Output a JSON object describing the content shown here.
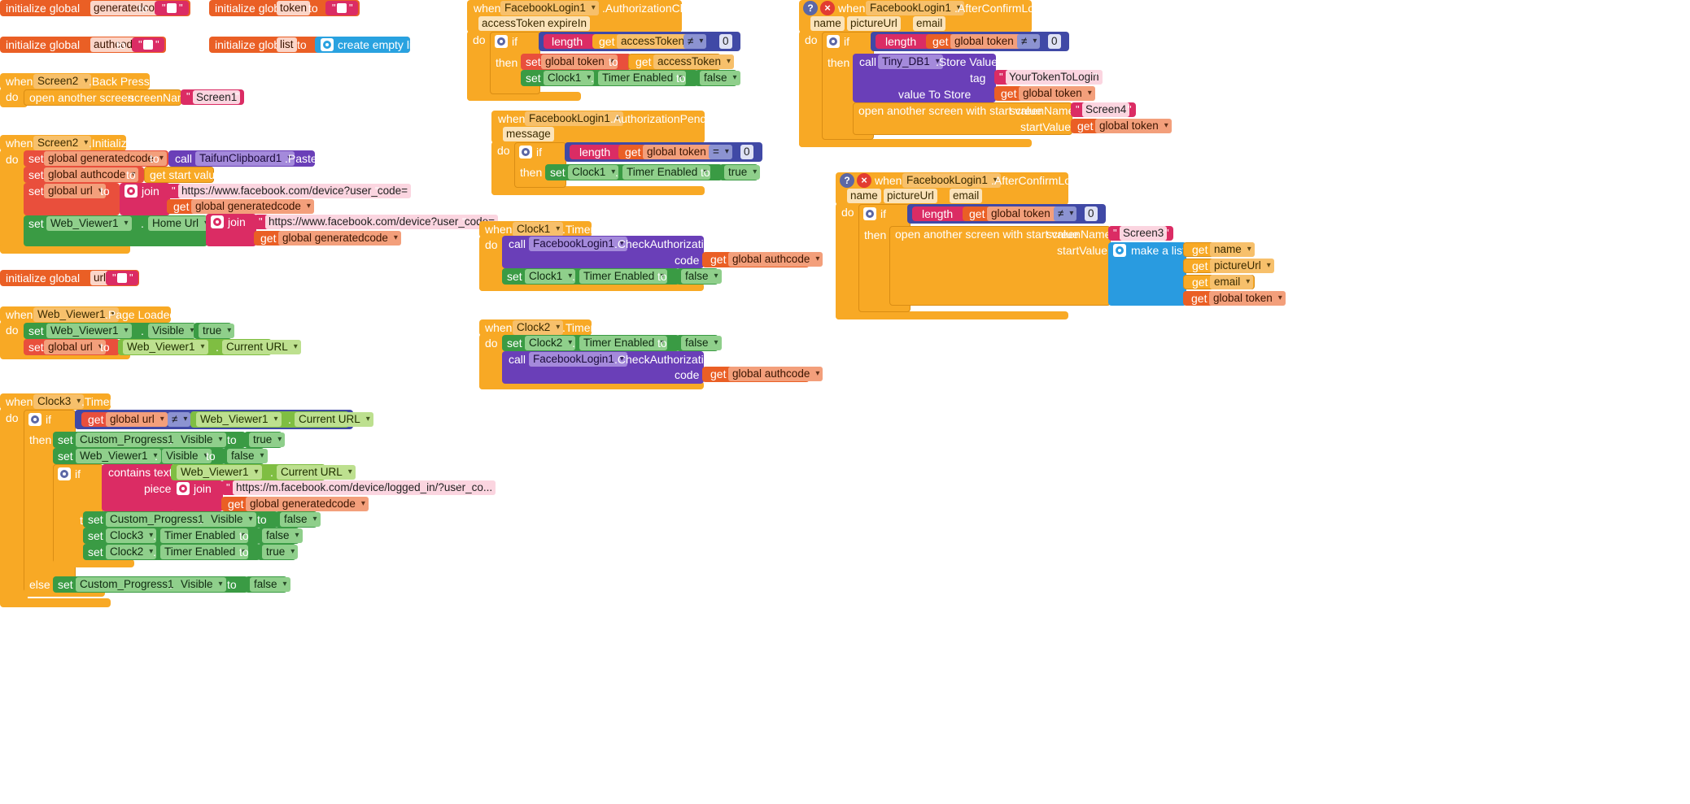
{
  "kw": {
    "initialize_global": "initialize global",
    "to": "to",
    "when": "when",
    "do": "do",
    "then": "then",
    "else": "else",
    "if": "if",
    "set": "set",
    "get": "get",
    "call": "call",
    "join": "join",
    "length": "length",
    "dot": ".",
    "open_screen": "open another screen",
    "open_screen_value": "open another screen with start value",
    "screenName": "screenName",
    "startValue": "startValue",
    "contains_text": "contains text",
    "piece": "piece",
    "create_empty_list": "create empty list",
    "make_a_list": "make a list",
    "quote": "\"",
    "code": "code",
    "tag": "tag",
    "value_to_store": "value To Store",
    "ne": "≠",
    "eq": "="
  },
  "globals": {
    "generatedcode": "generatedcode",
    "token": "token",
    "authcode": "authcode",
    "list": "list",
    "url": "url"
  },
  "components": {
    "screen2": "Screen2",
    "taifun": "TaifunClipboard1",
    "web_viewer": "Web_Viewer1",
    "clock1": "Clock1",
    "clock2": "Clock2",
    "clock3": "Clock3",
    "progress": "Custom_Progress1",
    "facebook": "FacebookLogin1",
    "tinydb": "Tiny_DB1"
  },
  "events": {
    "back_pressed": ".Back Pressed",
    "initialize": ".Initialize",
    "page_loaded": ".Page Loaded",
    "timer": ".Timer",
    "authorization_checked": ".AuthorizationChecked",
    "authorization_pending": ".AuthorizationPending",
    "after_confirm_login": ".AfterConfirmLogin"
  },
  "methods": {
    "paste": ".Paste",
    "check_authorization": ".CheckAuthorization",
    "store_value": ".Store Value"
  },
  "props": {
    "home_url": "Home Url",
    "visible": "Visible",
    "current_url": "Current URL",
    "timer_enabled": "Timer Enabled"
  },
  "params": {
    "access_token": "accessToken",
    "expire_in": "expireIn",
    "message": "message",
    "name": "name",
    "picture_url": "pictureUrl",
    "email": "email"
  },
  "vars": {
    "global_generatedcode": "global generatedcode",
    "global_authcode": "global authcode",
    "global_url": "global url",
    "global_token": "global token"
  },
  "values": {
    "true": "true",
    "false": "false",
    "zero": "0",
    "start_value": "get start value"
  },
  "strings": {
    "screen1": "Screen1",
    "screen3": "Screen3",
    "screen4": "Screen4",
    "fb_device_url": "https://www.facebook.com/device?user_code=",
    "fb_logged_in_url": "https://m.facebook.com/device/logged_in/?user_co...",
    "your_token_to_login": "YourTokenToLogin"
  },
  "icons": {
    "help": "?",
    "close": "×"
  }
}
